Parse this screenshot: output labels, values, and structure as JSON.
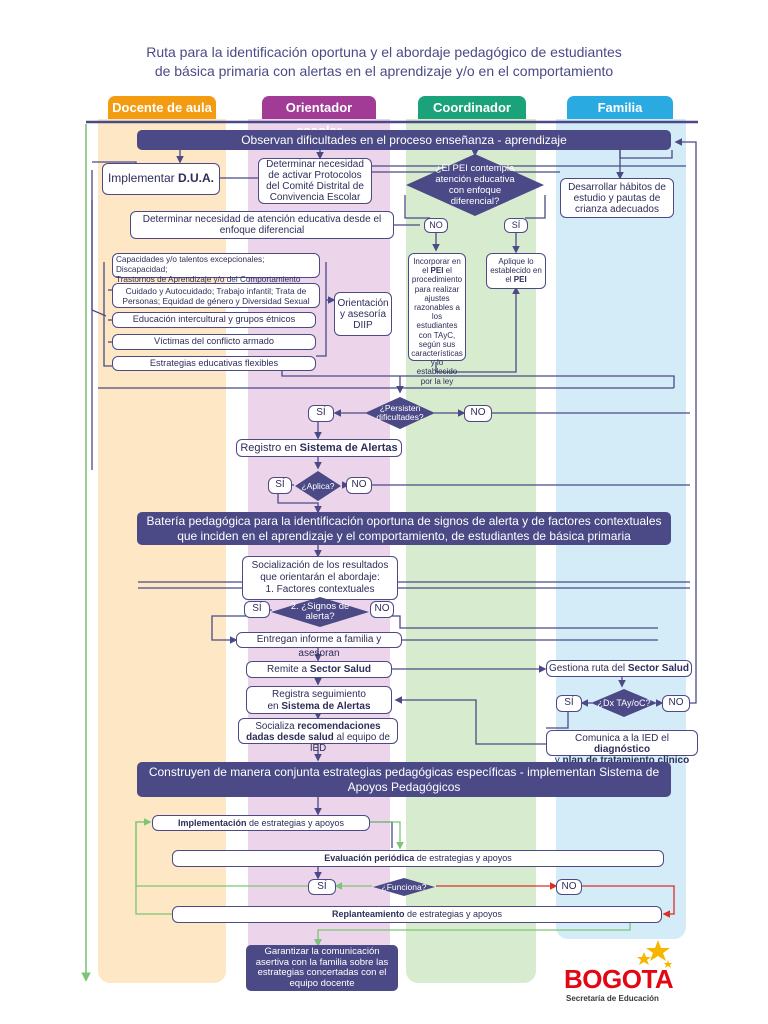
{
  "title": {
    "line1": "Ruta para la identificación oportuna y el abordaje pedagógico de estudiantes",
    "line2": "de básica primaria con alertas en el  aprendizaje y/o en el comportamiento"
  },
  "lanes": {
    "docente": {
      "label": "Docente de aula",
      "color": "#f39c12"
    },
    "orientador": {
      "label": "Orientador escolar",
      "color": "#a13b95"
    },
    "coordinador": {
      "label": "Coordinador",
      "color": "#1aa37a"
    },
    "familia": {
      "label": "Familia",
      "color": "#29abe2"
    }
  },
  "steps": {
    "observan": "Observan dificultades en el proceso enseñanza - aprendizaje",
    "implementar_pre": "Implementar ",
    "implementar_bold": "D.U.A.",
    "determinar_protocolos": "Determinar necesidad de activar Protocolos del Comité Distrital de Convivencia Escolar",
    "pei_question": "¿El PEI contempla atención educativa con enfoque diferencial?",
    "habitos": "Desarrollar hábitos de estudio y pautas de crianza adecuados",
    "determinar_atencion": "Determinar necesidad de atención educativa desde el enfoque diferencial",
    "no": "NO",
    "si": "SÍ",
    "capacidades": "Capacidades y/o talentos excepcionales; Discapacidad;",
    "trastornos": "Trastornos de Aprendizaje y/o del Comportamiento",
    "cuidado": "Cuidado y Autocuidado; Trabajo infantil; Trata de Personas; Equidad de género y Diversidad Sexual",
    "intercultural": "Educación intercultural y grupos étnicos",
    "victimas": "Víctimas del conflicto armado",
    "flexibles": "Estrategias educativas flexibles",
    "orientacion": "Orientación y asesoría DIIP",
    "incorporar_a": "Incorporar en el ",
    "incorporar_b": "PEI",
    "incorporar_c": " el procedimiento para realizar ajustes razonables a los estudiantes con TAyC, según sus características y lo establecido por la ley",
    "aplique_a": "Aplique lo establecido en el ",
    "aplique_b": "PEI",
    "persisten": "¿Persisten dificultades?",
    "registro_pre": "Registro en ",
    "registro_bold": "Sistema de Alertas",
    "aplica": "¿Aplica?",
    "bateria": "Batería pedagógica para la identificación oportuna de signos de alerta y de factores contextuales que inciden en el aprendizaje y el comportamiento, de estudiantes de básica primaria",
    "socializacion": "Socialización de los resultados que orientarán el abordaje:",
    "factores": "1. Factores contextuales",
    "signos": "2. ¿Signos de alerta?",
    "entregan": "Entregan informe a familia y asesoran",
    "remite_pre": "Remite a ",
    "remite_bold": "Sector Salud",
    "gestiona_pre": "Gestiona ruta del ",
    "gestiona_bold": "Sector Salud",
    "registra_a": "Registra seguimiento",
    "registra_b": "en ",
    "registra_c": "Sistema de Alertas",
    "dx": "¿Dx TAy/oC?",
    "socializa_a": "Socializa ",
    "socializa_b": "recomendaciones dadas desde salud",
    "socializa_c": " al equipo de IED",
    "comunica_a": "Comunica a la IED el ",
    "comunica_b": "diagnóstico",
    "comunica_c": "y ",
    "comunica_d": "plan de tratamiento clínico",
    "construyen": "Construyen de manera conjunta estrategias pedagógicas específicas - implementan Sistema de  Apoyos Pedagógicos",
    "implementacion_bold": "Implementación",
    "implementacion_rest": " de estrategias y apoyos",
    "evaluacion_bold": "Evaluación periódica",
    "evaluacion_rest": " de estrategias y apoyos",
    "funciona": "¿Funciona?",
    "replanteamiento_bold": "Replanteamiento",
    "replanteamiento_rest": " de estrategias y apoyos",
    "garantizar": "Garantizar la comunicación asertiva con la familia sobre las estrategias concertadas con el equipo docente"
  },
  "logo": {
    "name": "BOGOTA",
    "sub": "Secretaría de Educación",
    "red": "#e30613",
    "star": "#f7b500"
  },
  "colors": {
    "primary": "#4b4a87",
    "green_arrow": "#7cc576",
    "red_arrow": "#d9302a"
  }
}
